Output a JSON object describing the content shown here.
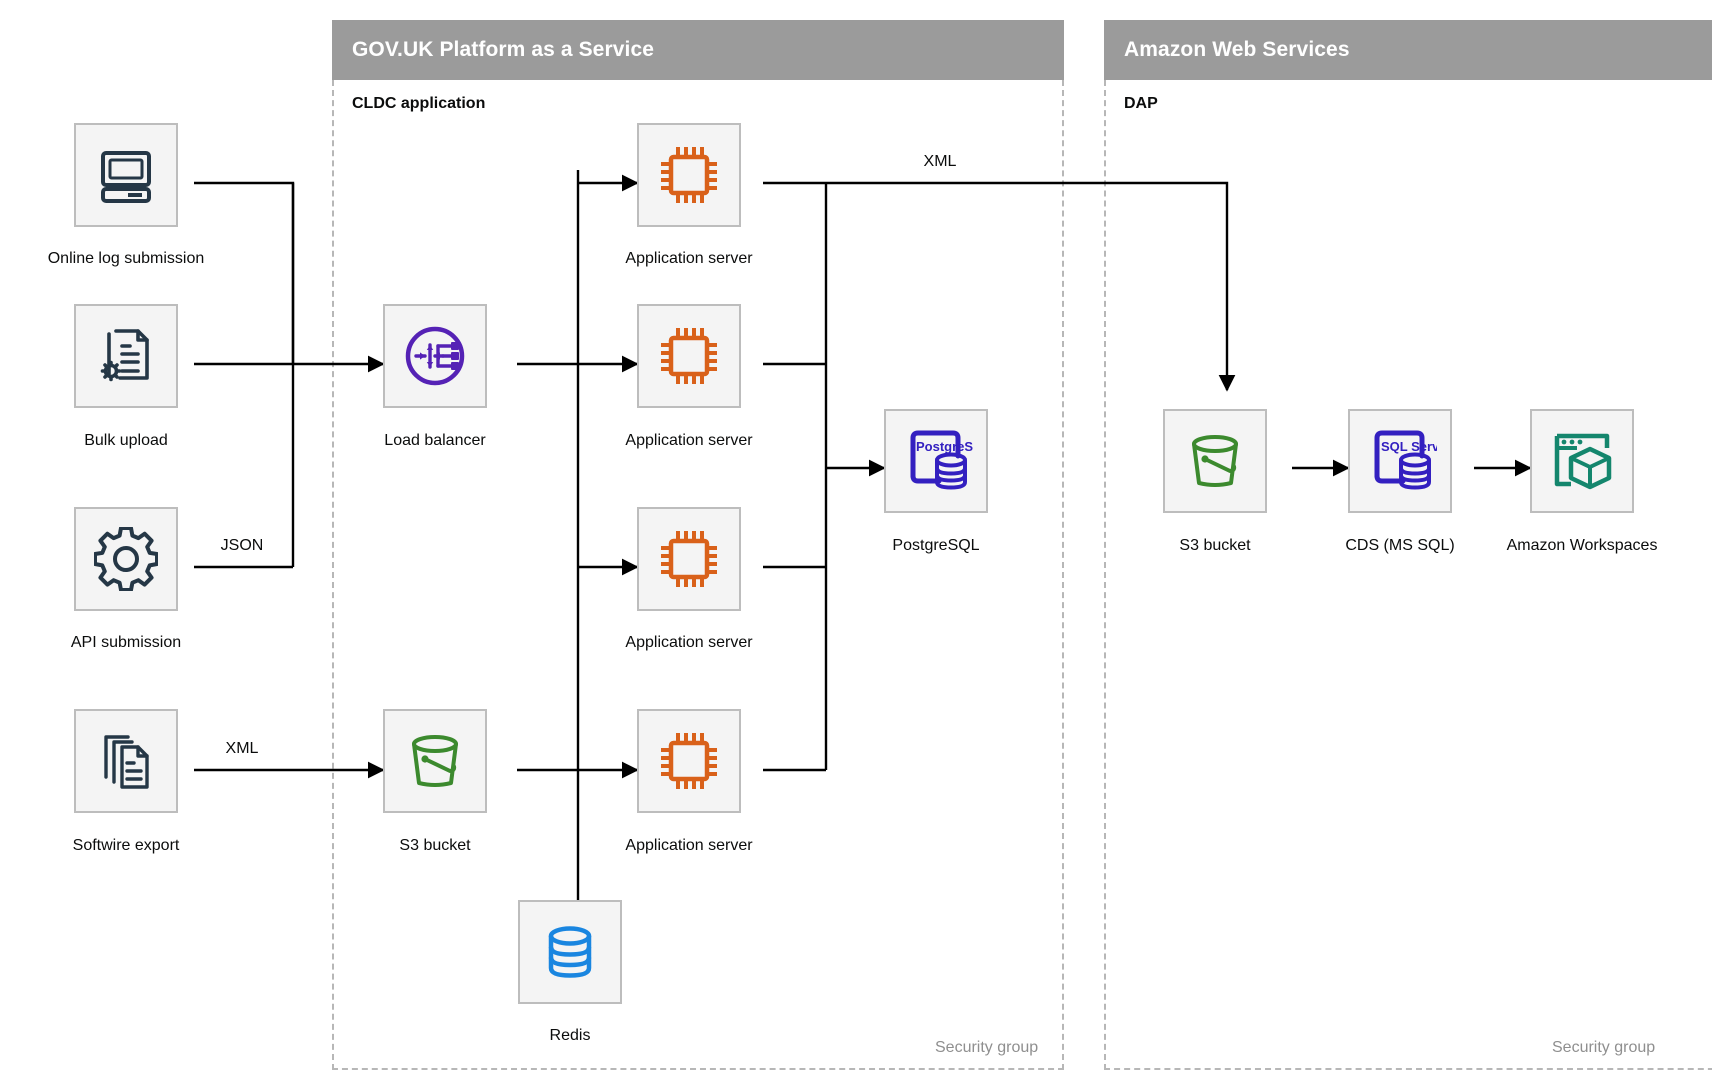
{
  "zones": [
    {
      "id": "paas",
      "title": "GOV.UK Platform as a Service",
      "sublabel": "CLDC application",
      "footnote": "Security group"
    },
    {
      "id": "aws",
      "title": "Amazon Web Services",
      "sublabel": "DAP",
      "footnote": "Security group"
    }
  ],
  "nodes": [
    {
      "id": "online-log-submission",
      "label": "Online log submission",
      "icon": "desktop-computer-icon",
      "color": "#253746"
    },
    {
      "id": "bulk-upload",
      "label": "Bulk upload",
      "icon": "document-settings-icon",
      "color": "#253746"
    },
    {
      "id": "api-submission",
      "label": "API submission",
      "icon": "gear-icon",
      "color": "#253746"
    },
    {
      "id": "softwire-export",
      "label": "Softwire export",
      "icon": "documents-stack-icon",
      "color": "#253746"
    },
    {
      "id": "load-balancer",
      "label": "Load balancer",
      "icon": "load-balancer-icon",
      "color": "#5522b5"
    },
    {
      "id": "app-server-1",
      "label": "Application server",
      "icon": "cpu-chip-icon",
      "color": "#d9611a"
    },
    {
      "id": "app-server-2",
      "label": "Application server",
      "icon": "cpu-chip-icon",
      "color": "#d9611a"
    },
    {
      "id": "app-server-3",
      "label": "Application server",
      "icon": "cpu-chip-icon",
      "color": "#d9611a"
    },
    {
      "id": "app-server-4",
      "label": "Application server",
      "icon": "cpu-chip-icon",
      "color": "#d9611a"
    },
    {
      "id": "postgresql",
      "label": "PostgreSQL",
      "icon": "postgresql-database-icon",
      "color": "#3320c0",
      "badge": "PostgreSQL"
    },
    {
      "id": "s3-bucket-paas",
      "label": "S3 bucket",
      "icon": "s3-bucket-icon",
      "color": "#3c8a2e"
    },
    {
      "id": "redis",
      "label": "Redis",
      "icon": "redis-database-icon",
      "color": "#1a86e0"
    },
    {
      "id": "s3-bucket-aws",
      "label": "S3 bucket",
      "icon": "s3-bucket-icon",
      "color": "#3c8a2e"
    },
    {
      "id": "cds-ms-sql",
      "label": "CDS (MS SQL)",
      "icon": "sql-server-database-icon",
      "color": "#3320c0",
      "badge": "SQL Server"
    },
    {
      "id": "amazon-workspaces",
      "label": "Amazon Workspaces",
      "icon": "workspaces-cube-icon",
      "color": "#14866d"
    }
  ],
  "edge_labels": [
    {
      "id": "json-label",
      "text": "JSON"
    },
    {
      "id": "xml-softwire-label",
      "text": "XML"
    },
    {
      "id": "xml-dap-label",
      "text": "XML"
    }
  ],
  "colors": {
    "zone_header_bg": "#9b9b9b",
    "zone_header_text": "#ffffff",
    "zone_border": "#b7b7b7",
    "node_bg": "#f4f4f4",
    "node_border": "#bdbdbd",
    "wire": "#000000",
    "text": "#0b0c0c",
    "muted_text": "#8f8f8f",
    "icon_navy": "#253746",
    "icon_purple": "#5522b5",
    "icon_orange": "#d9611a",
    "icon_blue": "#3320c0",
    "icon_green": "#3c8a2e",
    "icon_redis": "#1a86e0",
    "icon_teal": "#14866d"
  }
}
